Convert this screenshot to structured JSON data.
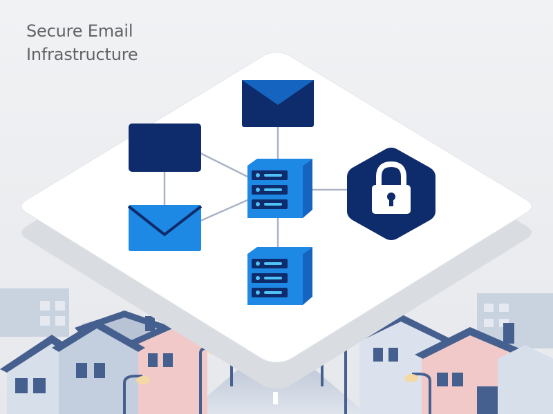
{
  "title": {
    "line1": "Secure Email",
    "line2": "Infrastructure"
  },
  "colors": {
    "background": "#eceef1",
    "navy": "#0e2b6b",
    "bright_blue": "#1e88e5",
    "blue_dark": "#1565c0",
    "platform": "#ffffff",
    "connector": "#aab3c3"
  },
  "diagram": {
    "nodes": [
      {
        "name": "top-email-envelope",
        "icon": "mail-icon"
      },
      {
        "name": "navy-device-box",
        "icon": "terminal-icon"
      },
      {
        "name": "left-email-envelope",
        "icon": "mail-icon"
      },
      {
        "name": "central-mail-server",
        "icon": "server-icon"
      },
      {
        "name": "lower-mail-server",
        "icon": "server-icon"
      },
      {
        "name": "security-lock-hexagon",
        "icon": "lock-icon"
      }
    ]
  }
}
